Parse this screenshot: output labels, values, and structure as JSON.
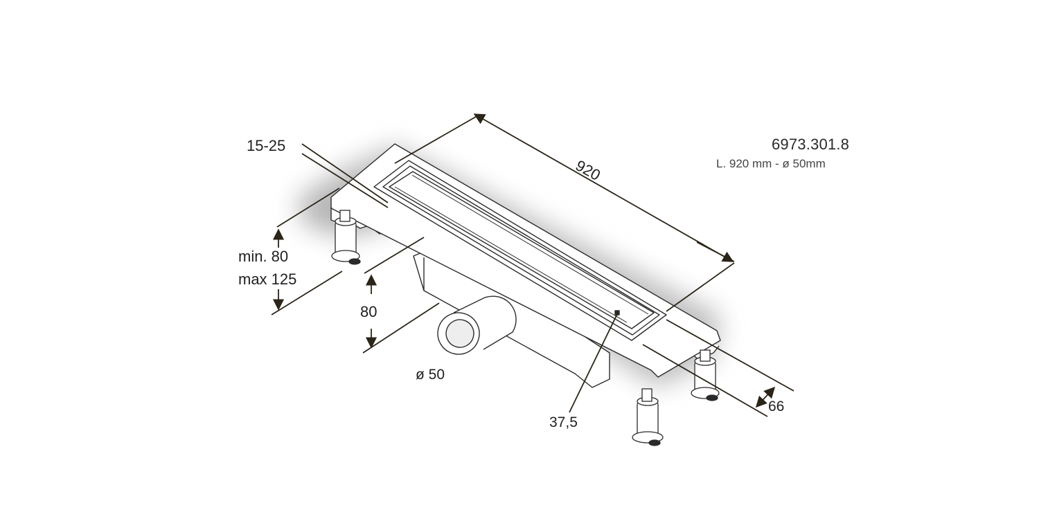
{
  "product": {
    "code": "6973.301.8",
    "spec": "L. 920 mm  -  ø 50mm"
  },
  "dimensions": {
    "length": "920",
    "grate_height": "15-25",
    "min_height": "min. 80",
    "max_height": "max 125",
    "outlet_height": "80",
    "outlet_diameter": "ø 50",
    "grate_width": "37,5",
    "body_width": "66"
  },
  "colors": {
    "line": "#2a2a2a",
    "arrow": "#2b2418",
    "shadow": "#9a9a9a",
    "background": "#ffffff"
  }
}
